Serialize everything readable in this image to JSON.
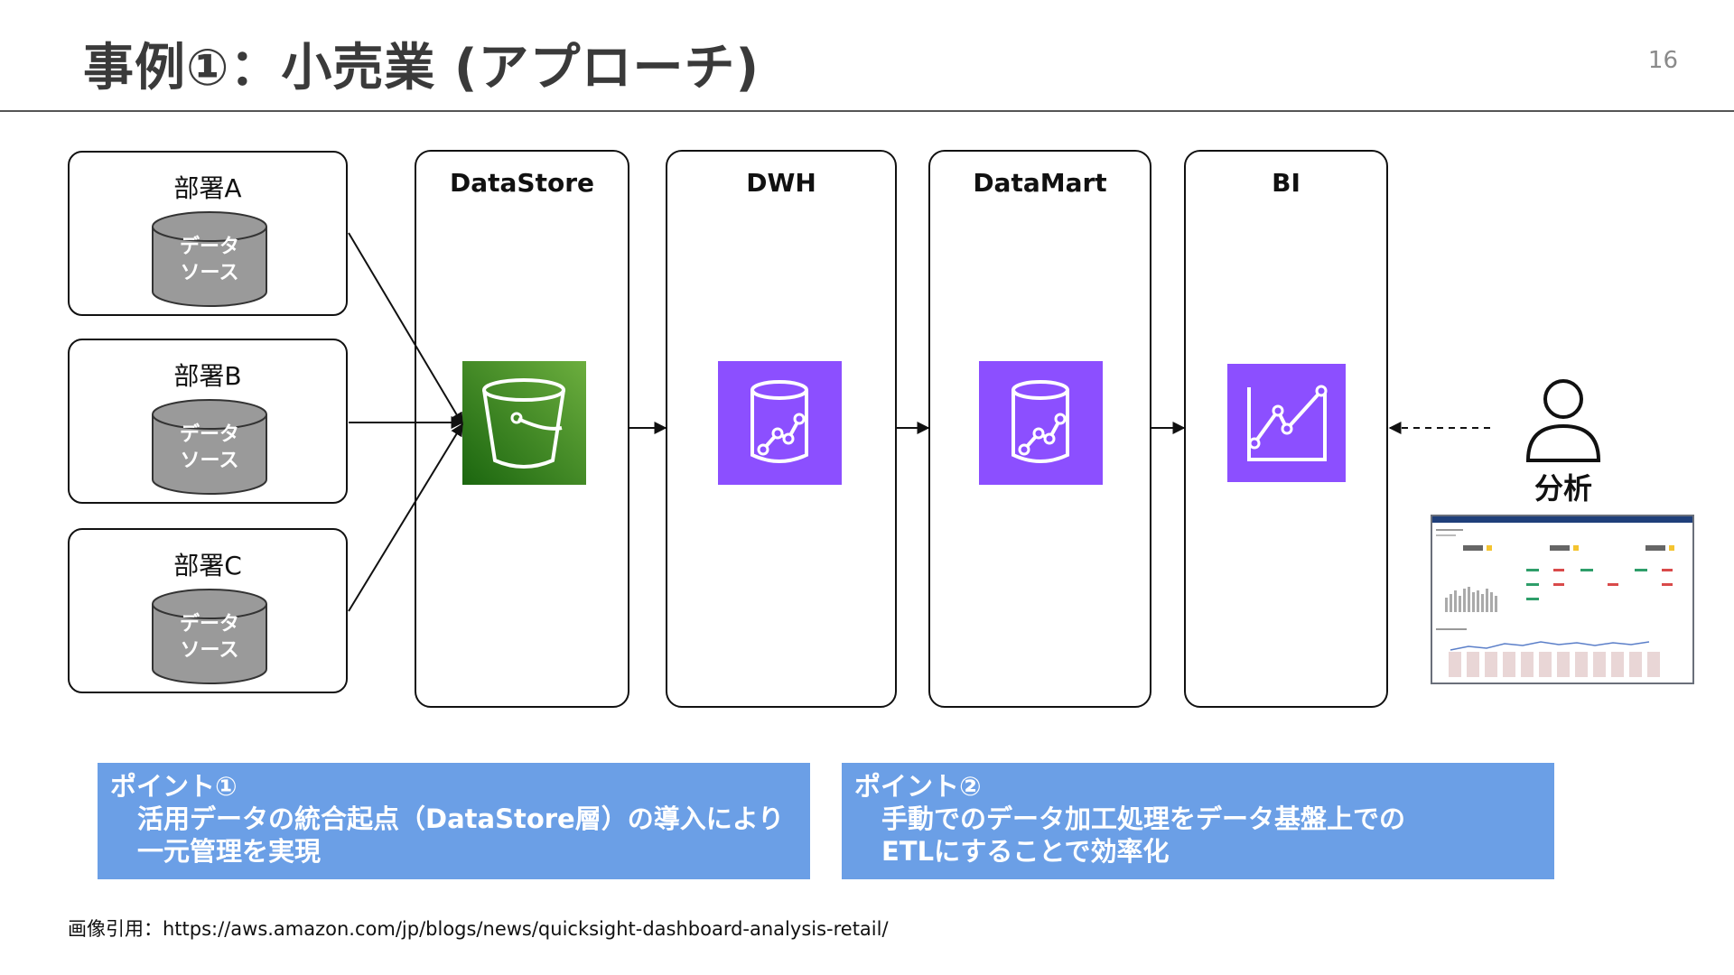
{
  "header": {
    "title": "事例①：小売業 (アプローチ)",
    "page_number": "16"
  },
  "sources": [
    {
      "dept": "部署A",
      "db_line1": "データ",
      "db_line2": "ソース"
    },
    {
      "dept": "部署B",
      "db_line1": "データ",
      "db_line2": "ソース"
    },
    {
      "dept": "部署C",
      "db_line1": "データ",
      "db_line2": "ソース"
    }
  ],
  "stages": [
    {
      "title": "DataStore",
      "icon": "s3-bucket-icon",
      "color": "#3b8a1f"
    },
    {
      "title": "DWH",
      "icon": "database-analytics-icon",
      "color": "#8c4fff"
    },
    {
      "title": "DataMart",
      "icon": "database-analytics-icon",
      "color": "#8c4fff"
    },
    {
      "title": "BI",
      "icon": "quicksight-chart-icon",
      "color": "#8c4fff"
    }
  ],
  "analyst": {
    "label": "分析",
    "icon": "user-icon"
  },
  "points": [
    {
      "head": "ポイント①",
      "line1": "活用データの統合起点（DataStore層）の導入により",
      "line2": "一元管理を実現"
    },
    {
      "head": "ポイント②",
      "line1": "手動でのデータ加工処理をデータ基盤上での",
      "line2": "ETLにすることで効率化"
    }
  ],
  "citation": "画像引用：https://aws.amazon.com/jp/blogs/news/quicksight-dashboard-analysis-retail/",
  "colors": {
    "point_bg": "#6b9fe6",
    "cylinder": "#9a9a9a",
    "s3_green": "#3b8a1f",
    "analytics_purple": "#8c4fff"
  }
}
